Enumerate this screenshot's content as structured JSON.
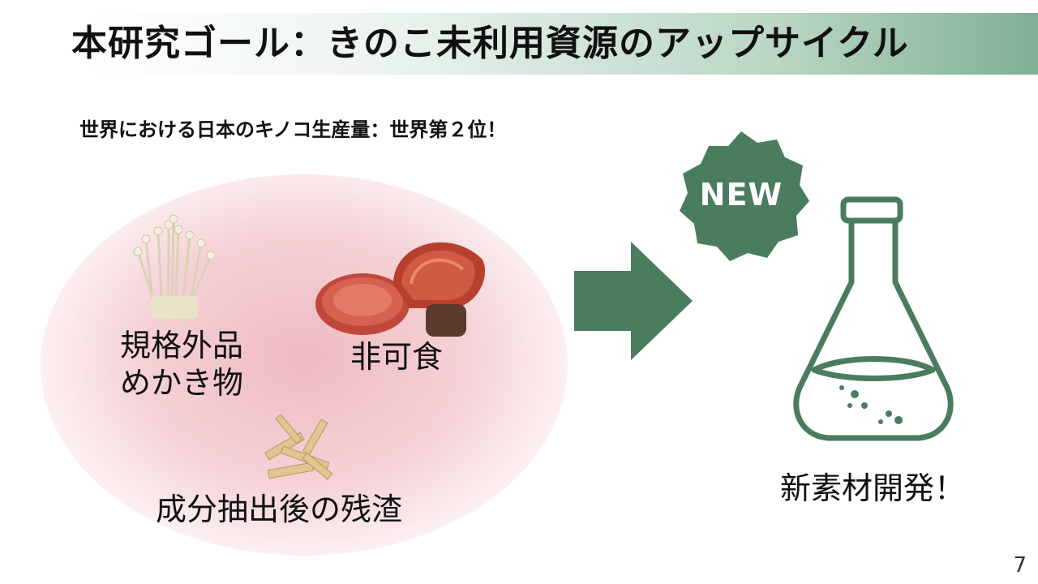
{
  "slide": {
    "title": "本研究ゴール：きのこ未利用資源のアップサイクル",
    "subtitle": "世界における日本のキノコ生産量：世界第２位！",
    "labels": {
      "kikaku_line1": "規格外品",
      "kikaku_line2": "めかき物",
      "hikashoku": "非可食",
      "zansa": "成分抽出後の残渣",
      "shinsozai": "新素材開発！"
    },
    "badge": "NEW",
    "page_number": "7"
  },
  "colors": {
    "accent_green": "#4a7c5e",
    "blob_pink": "#e8a0aa"
  },
  "icons": [
    "enoki-mushroom",
    "reishi-mushroom",
    "mushroom-residue",
    "right-arrow",
    "new-badge",
    "flask"
  ]
}
